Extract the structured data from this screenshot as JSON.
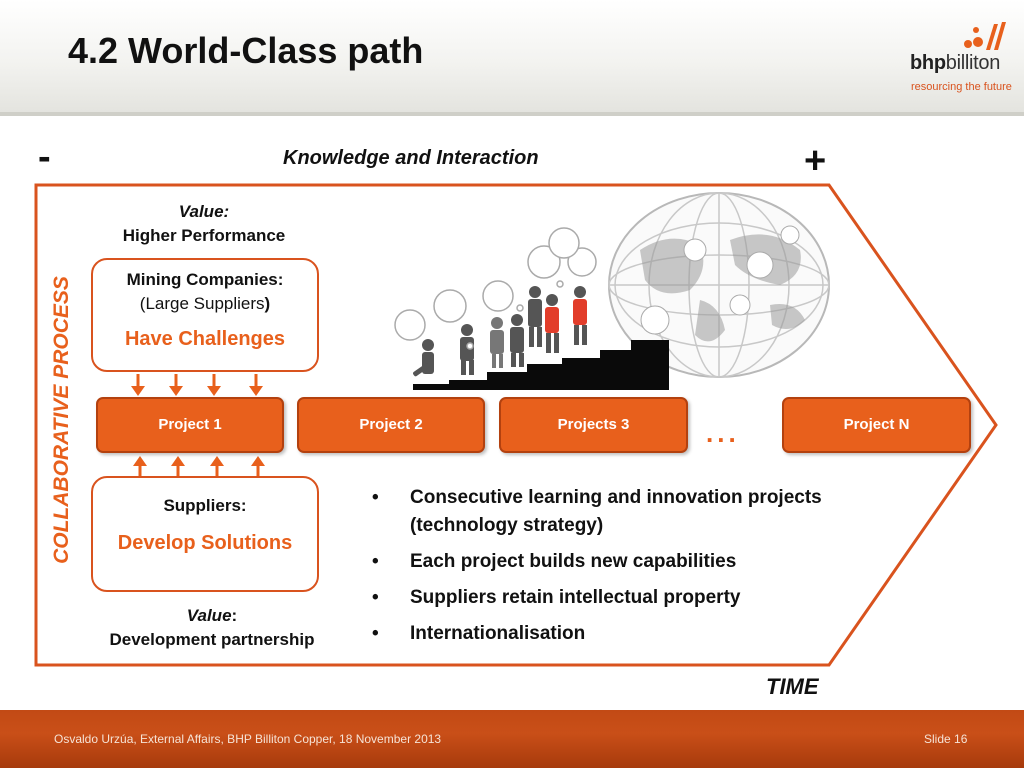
{
  "header": {
    "title": "4.2 World-Class path",
    "logo_bhp": "bhp",
    "logo_billiton": "billiton",
    "logo_tagline": "resourcing the future"
  },
  "axis": {
    "minus": "-",
    "plus": "+",
    "top_label": "Knowledge and  Interaction",
    "bottom_label": "TIME",
    "side_label": "COLLABORATIVE PROCESS"
  },
  "value_top": {
    "label": "Value:",
    "text": "Higher Performance"
  },
  "value_bottom": {
    "label": "Value",
    "colon": ":",
    "text": "Development partnership"
  },
  "mining_box": {
    "title": "Mining Companies:",
    "sub_open": "(Large Suppliers",
    "sub_close": ")",
    "highlight": "Have Challenges"
  },
  "suppliers_box": {
    "title": "Suppliers:",
    "highlight": "Develop Solutions"
  },
  "projects": [
    "Project 1",
    "Project 2",
    "Projects 3",
    "Project N"
  ],
  "ellipsis": "...",
  "bullets": [
    "Consecutive learning and innovation projects (technology strategy)",
    "Each project builds new capabilities",
    "Suppliers retain intellectual property",
    "Internationalisation"
  ],
  "footer": {
    "left": "Osvaldo Urzúa, External Affairs, BHP Billiton Copper,  18 November 2013",
    "right": "Slide 16"
  },
  "colors": {
    "accent": "#e8601c",
    "frame": "#d9531e",
    "footer": "#c24a15"
  }
}
